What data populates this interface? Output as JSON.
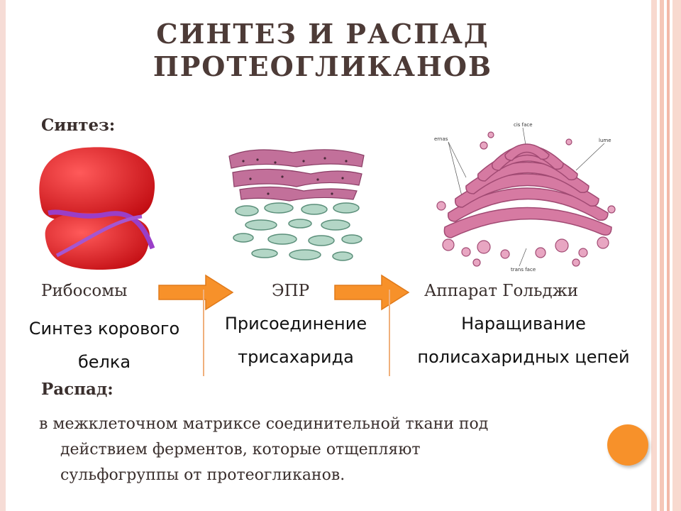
{
  "title": {
    "line1": "СИНТЕЗ И РАСПАД",
    "line2": "ПРОТЕОГЛИКАНОВ"
  },
  "synthesis": {
    "heading": "Синтез:",
    "stages": [
      {
        "label": "Рибосомы",
        "desc_line1": "Синтез корового",
        "desc_line2": "белка"
      },
      {
        "label": "ЭПР",
        "desc_line1": "Присоединение",
        "desc_line2": "трисахарида"
      },
      {
        "label": "Аппарат Гольджи",
        "desc_line1": "Наращивание",
        "desc_line2": "полисахаридных цепей"
      }
    ],
    "golgi_labels": {
      "cis": "cis face",
      "trans": "trans face",
      "cisternae": "ernas",
      "lumen": "lume"
    }
  },
  "decay": {
    "heading": "Распад:",
    "line1": "в межклеточном матриксе соединительной ткани под",
    "line2": "действием ферментов, которые отщепляют",
    "line3": "сульфогруппы от протеогликанов."
  },
  "colors": {
    "accent": "#f7912a",
    "title": "#4d3b37",
    "ribosome": "#d8141a",
    "er": "#c2709a",
    "golgi": "#d67aa2"
  }
}
